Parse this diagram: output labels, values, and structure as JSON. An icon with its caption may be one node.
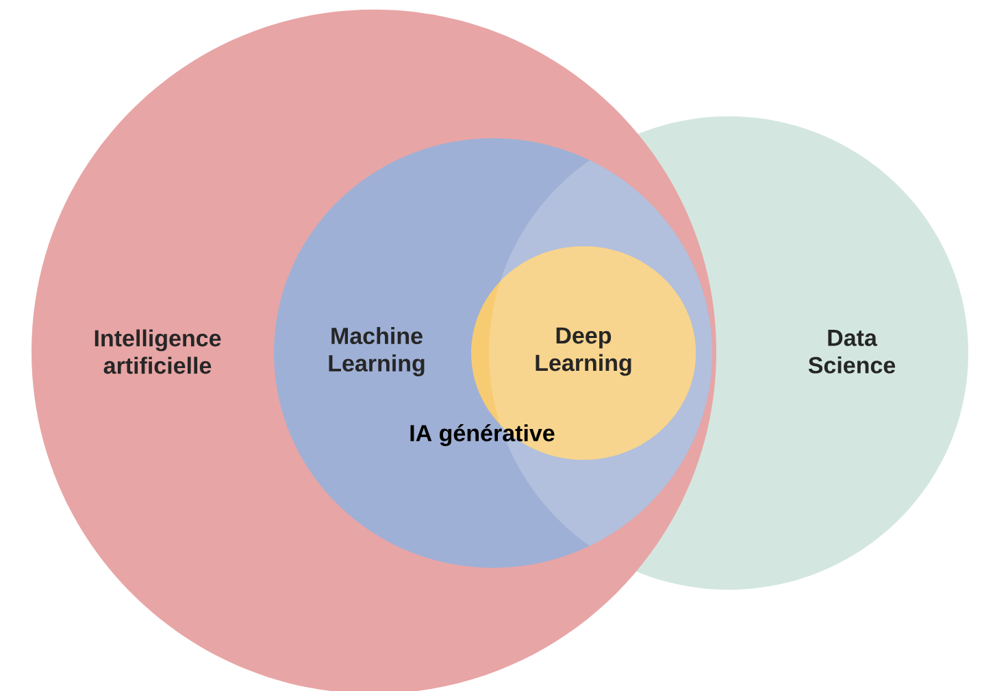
{
  "diagram": {
    "nodes": [
      {
        "text": [
          "Intelligence artificielle"
        ]
      },
      {
        "text": [
          "Machine Learning"
        ],
        "in": 0
      },
      {
        "text": [
          "Deep Learning"
        ],
        "in": 1
      },
      {
        "text": [
          "Data Science"
        ]
      }
    ],
    "labels": [
      "IA générative"
    ]
  }
}
